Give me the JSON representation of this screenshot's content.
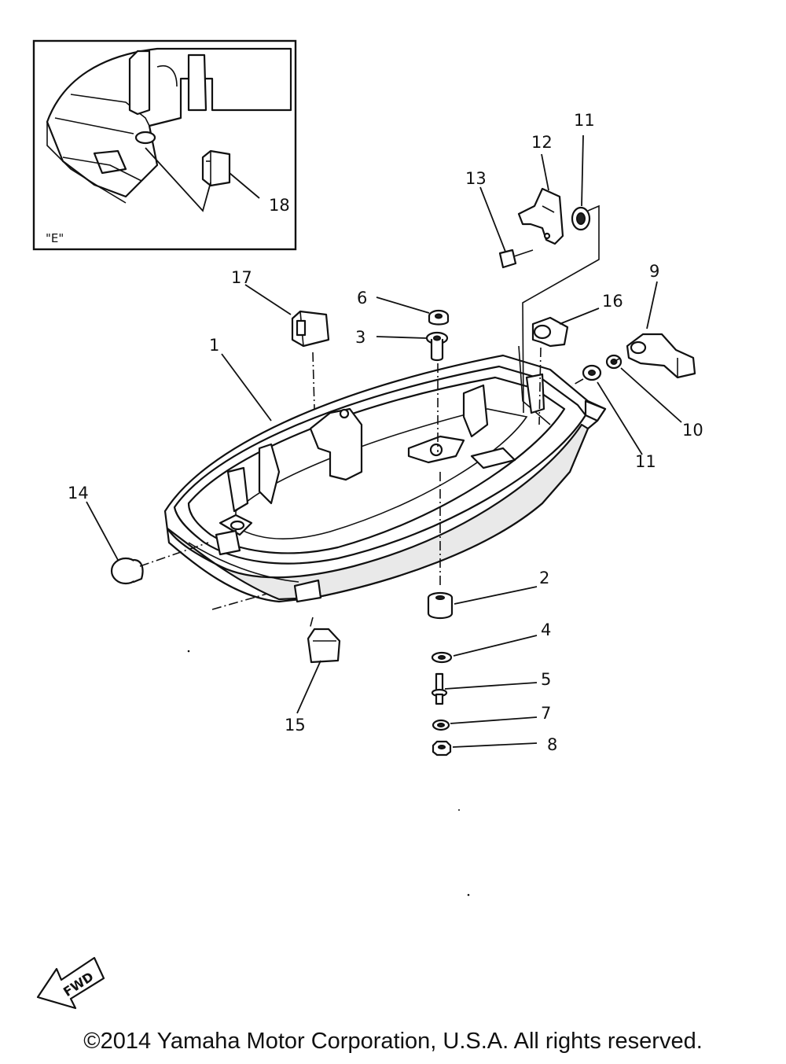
{
  "inset": {
    "view_label": "\"E\""
  },
  "callouts": {
    "c1": "1",
    "c2": "2",
    "c3": "3",
    "c4": "4",
    "c5": "5",
    "c6": "6",
    "c7": "7",
    "c8": "8",
    "c9": "9",
    "c10": "10",
    "c11a": "11",
    "c11b": "11",
    "c12": "12",
    "c13": "13",
    "c14": "14",
    "c15": "15",
    "c16": "16",
    "c17": "17",
    "c18": "18"
  },
  "fwd_label": "FWD",
  "copyright": "©2014 Yamaha Motor Corporation, U.S.A. All rights reserved."
}
